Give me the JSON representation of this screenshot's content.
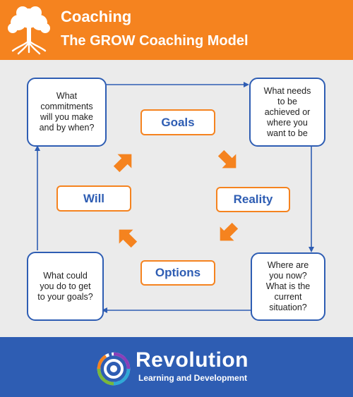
{
  "header": {
    "title": "Coaching",
    "subtitle": "The GROW Coaching Model",
    "icon": "tree-icon"
  },
  "diagram": {
    "stages": {
      "goals": "Goals",
      "reality": "Reality",
      "options": "Options",
      "will": "Will"
    },
    "questions": {
      "goals": [
        "What needs",
        "to be",
        "achieved or",
        "where you",
        "want to be"
      ],
      "reality": [
        "Where are",
        "you now?",
        "What is the",
        "current",
        "situation?"
      ],
      "options": [
        "What could",
        "you do to get",
        "to your goals?"
      ],
      "will": [
        "What",
        "commitments",
        "will you make",
        "and by when?"
      ]
    }
  },
  "footer": {
    "brand": "Revolution",
    "tagline": "Learning and Development",
    "icon": "revolution-ring-logo"
  },
  "colors": {
    "orange": "#f5831f",
    "blue": "#2e5db3",
    "panel": "#ebebeb"
  }
}
